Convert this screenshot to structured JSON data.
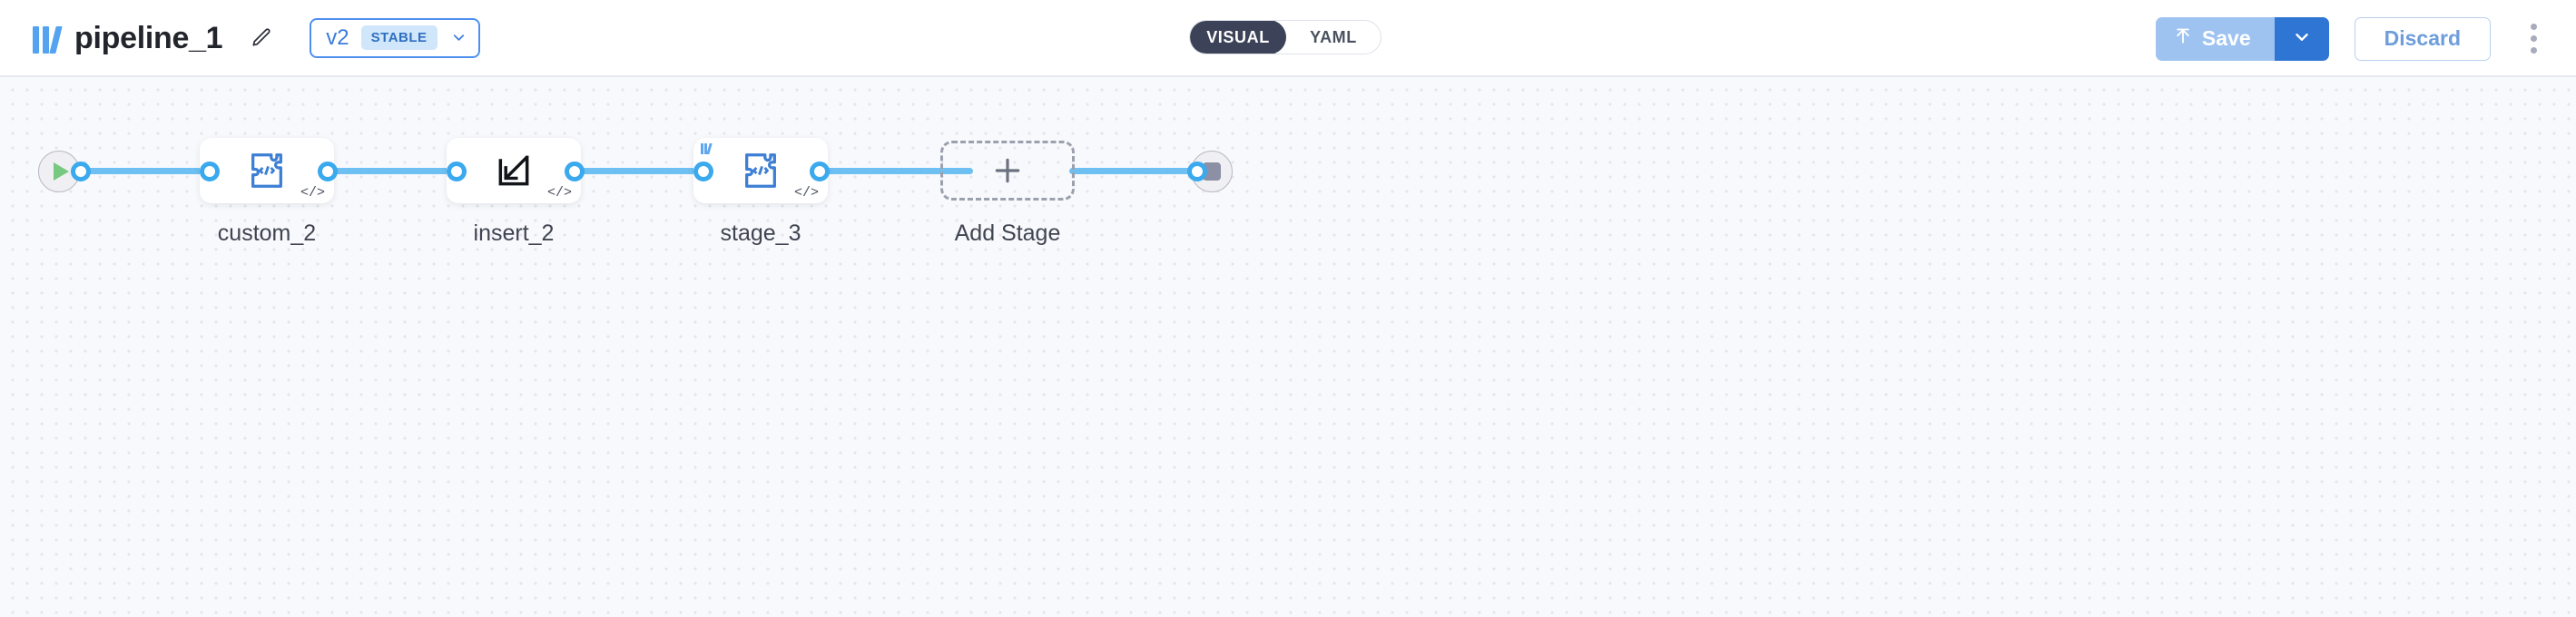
{
  "header": {
    "logo_icon": "pipeline-logo-icon",
    "title": "pipeline_1",
    "edit_icon": "pencil-icon",
    "version": {
      "number": "v2",
      "badge": "STABLE",
      "caret_icon": "chevron-down-icon"
    },
    "mode_toggle": {
      "active": "VISUAL",
      "inactive": "YAML"
    },
    "save": {
      "label": "Save",
      "upload_icon": "upload-arrow-icon",
      "caret_icon": "chevron-down-icon"
    },
    "discard_label": "Discard",
    "overflow_icon": "kebab-menu-icon"
  },
  "colors": {
    "accent_blue": "#3aa9ee",
    "edge_blue": "#6ec0f2",
    "brand_blue": "#54a3f0",
    "save_blue": "#9ec3f0",
    "save_caret_blue": "#2f75d4",
    "toggle_dark": "#3c4257",
    "canvas_bg": "#f8f9fc",
    "dot_grid": "#e4e5ee",
    "start_green": "#76c97e",
    "stop_gray": "#8d90a5",
    "badge_bg": "#cfe6fb"
  },
  "canvas": {
    "start_node": {
      "name": "start",
      "icon": "play-icon"
    },
    "end_node": {
      "name": "end",
      "icon": "stop-icon"
    },
    "add_stage": {
      "label": "Add Stage",
      "icon": "plus-icon"
    },
    "nodes": [
      {
        "label": "custom_2",
        "icon": "puzzle-code-icon",
        "code_badge": "</>",
        "has_pipeline_badge": false
      },
      {
        "label": "insert_2",
        "icon": "insert-arrow-icon",
        "code_badge": "</>",
        "has_pipeline_badge": false
      },
      {
        "label": "stage_3",
        "icon": "puzzle-code-icon",
        "code_badge": "</>",
        "has_pipeline_badge": true
      }
    ]
  }
}
